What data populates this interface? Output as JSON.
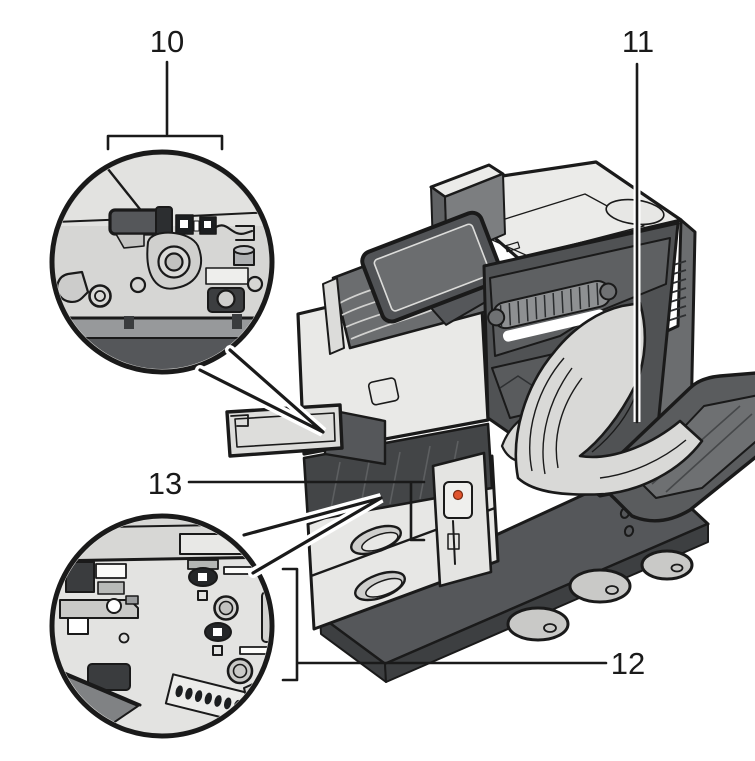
{
  "figure": {
    "kind": "printer-paper-jam-location-diagram",
    "background_color": "#ffffff",
    "line_color": "#1a1a1a",
    "body_light_color": "#e9e9e7",
    "panel_dark_color": "#6b6d6f",
    "interior_dark_color": "#515356",
    "paper_color": "#d9d9d7",
    "indicator_orange_color": "#e0542e"
  },
  "callouts": {
    "c10": {
      "label": "10",
      "target": "left-cover-interior-lever-detail",
      "style": "bracket-over-magnifier-circle"
    },
    "c11": {
      "label": "11",
      "target": "jammed-paper-in-open-right-door",
      "style": "long-vertical-leader"
    },
    "c12": {
      "label": "12",
      "target": "lower-paper-feed-unit",
      "style": "side-bracket-with-leader"
    },
    "c13": {
      "label": "13",
      "target": "open-tray-slot",
      "style": "bracket-with-leader"
    }
  }
}
